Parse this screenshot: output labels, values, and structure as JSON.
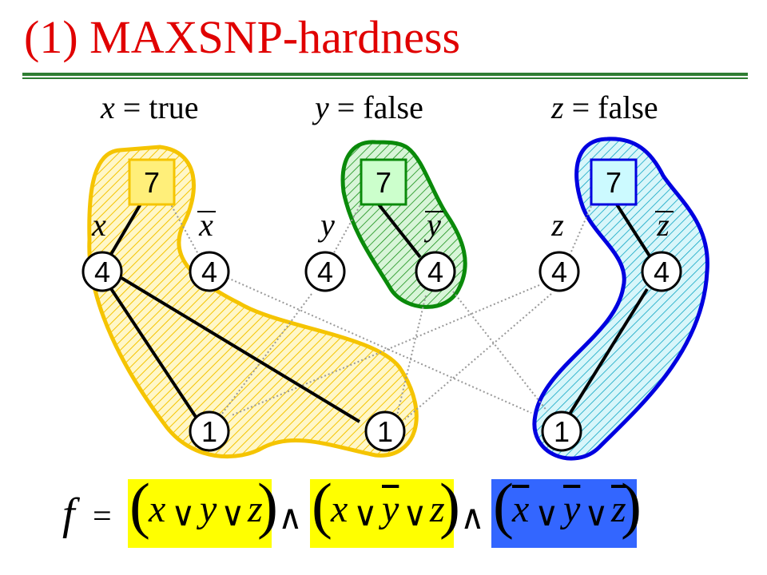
{
  "title": "(1) MAXSNP-hardness",
  "assignments": [
    {
      "var": "x",
      "eq": " = ",
      "val": "true"
    },
    {
      "var": "y",
      "eq": " = ",
      "val": "false"
    },
    {
      "var": "z",
      "eq": " = ",
      "val": "false"
    }
  ],
  "variable_nodes": [
    "7",
    "7",
    "7"
  ],
  "literal_nodes": [
    "4",
    "4",
    "4",
    "4",
    "4",
    "4"
  ],
  "literal_labels": [
    "x",
    "x",
    "y",
    "y",
    "z",
    "z"
  ],
  "clause_nodes": [
    "1",
    "1",
    "1"
  ],
  "formula": {
    "f": "f",
    "eq": "=",
    "and": "∧",
    "or": "∨",
    "clauses": [
      {
        "lits": [
          "x",
          "y",
          "z"
        ],
        "negated": [
          false,
          false,
          false
        ]
      },
      {
        "lits": [
          "x",
          "y",
          "z"
        ],
        "negated": [
          false,
          true,
          false
        ]
      },
      {
        "lits": [
          "x",
          "y",
          "z"
        ],
        "negated": [
          true,
          true,
          true
        ]
      }
    ]
  },
  "colors": {
    "title": "#e00000",
    "rule": "#2e7d32",
    "group_x": "#f5c400",
    "group_y": "#0a8a0a",
    "group_z": "#0000e0",
    "box_x": "#ffff00",
    "box_y": "#ffff00",
    "box_z": "#3366ff"
  }
}
